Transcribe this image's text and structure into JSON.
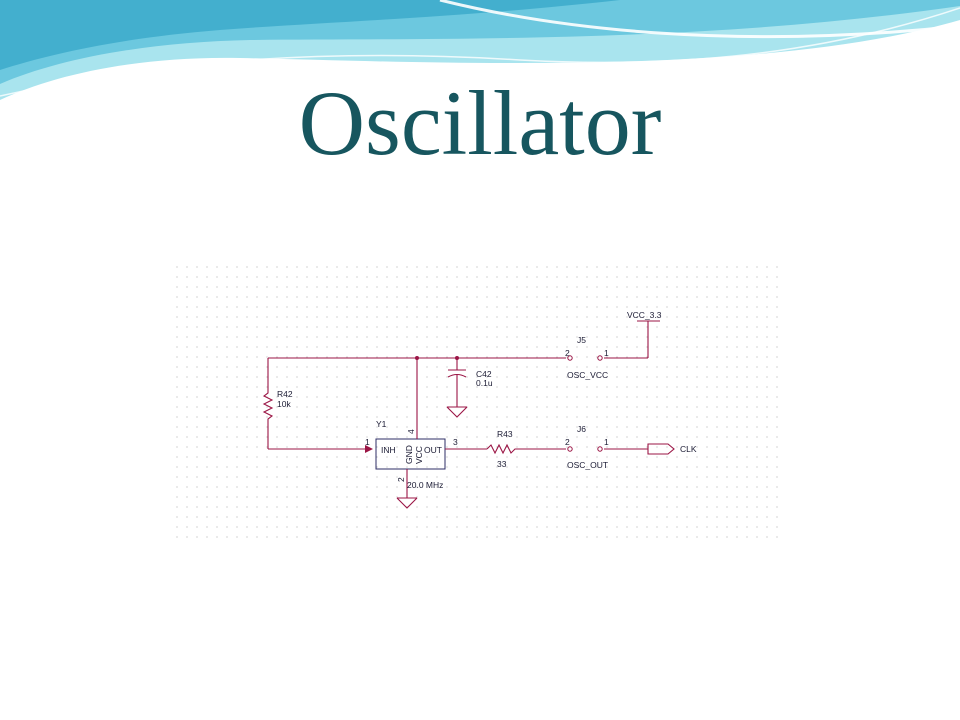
{
  "slide": {
    "title": "Oscillator",
    "colors": {
      "title": "#17565f",
      "wire": "#9b1545",
      "wave_light": "#a9e4ee",
      "wave_dark": "#3aa9c9"
    }
  },
  "schematic": {
    "power_net": "VCC_3.3",
    "jumper_j5": {
      "ref": "J5",
      "pin2": "2",
      "pin1": "1",
      "net": "OSC_VCC"
    },
    "jumper_j6": {
      "ref": "J6",
      "pin2": "2",
      "pin1": "1",
      "net": "OSC_OUT"
    },
    "capacitor": {
      "ref": "C42",
      "value": "0.1u"
    },
    "resistor_pullup": {
      "ref": "R42",
      "value": "10k"
    },
    "resistor_series": {
      "ref": "R43",
      "value": "33"
    },
    "oscillator": {
      "ref": "Y1",
      "frequency": "20.0 MHz",
      "pin_inh_num": "1",
      "pin_out_num": "3",
      "pin_vcc_num": "4",
      "pin_gnd_num": "2",
      "label_inh": "INH",
      "label_out": "OUT",
      "label_gnd": "GND",
      "label_vcc": "VCC"
    },
    "output_port": "CLK"
  }
}
